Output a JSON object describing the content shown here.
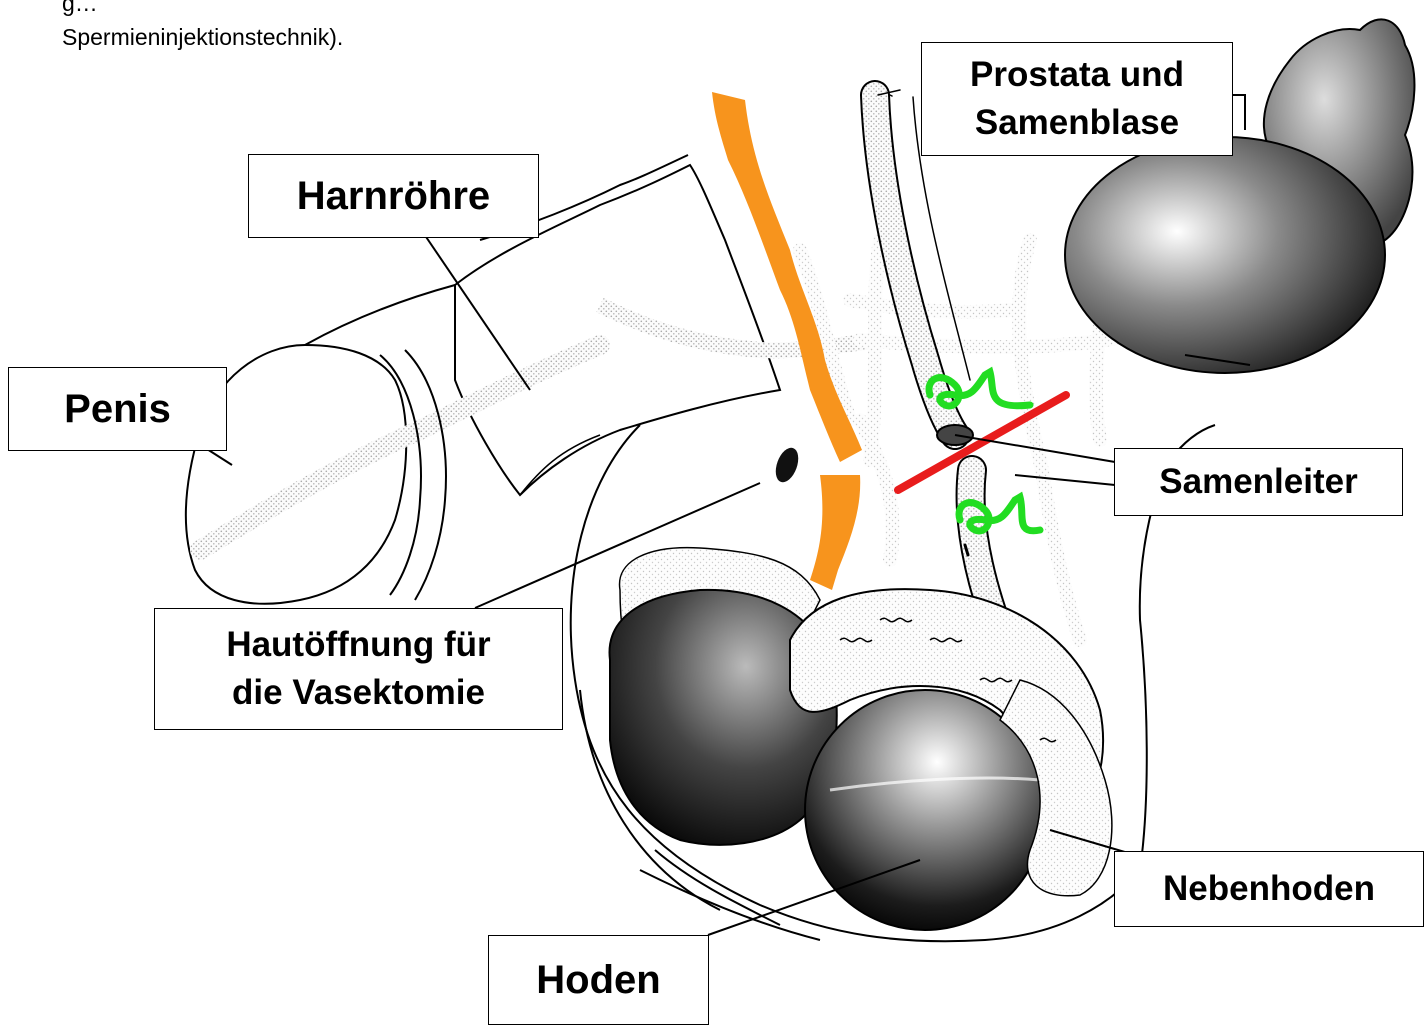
{
  "intro_text": {
    "line1": "g…",
    "line2": "Spermieninjektionstechnik)."
  },
  "labels": {
    "harnroehre": "Harnröhre",
    "penis": "Penis",
    "prostata_line1": "Prostata und",
    "prostata_line2": "Samenblase",
    "samenleiter": "Samenleiter",
    "hautoeffnung_line1": "Hautöffnung für",
    "hautoeffnung_line2": "die Vasektomie",
    "nebenhoden": "Nebenhoden",
    "hoden": "Hoden"
  },
  "colors": {
    "urethra_highlight": "#f7941d",
    "cut_line": "#e81c1c",
    "ligature_clips": "#22dd22"
  }
}
